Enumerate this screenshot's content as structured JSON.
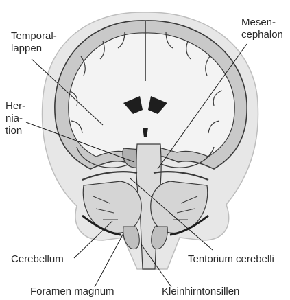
{
  "labels": {
    "temporallappen": [
      "Temporal-",
      "lappen"
    ],
    "mesencephalon": [
      "Mesen-",
      "cephalon"
    ],
    "herniation": [
      "Her-",
      "nia-",
      "tion"
    ],
    "cerebellum": "Cerebellum",
    "tentorium": "Tentorium cerebelli",
    "foramen": "Foramen magnum",
    "kleinhirntonsillen": "Kleinhirntonsillen"
  },
  "colors": {
    "cortex_fill": "#c9c9c9",
    "white_matter": "#f3f3f3",
    "outline": "#3a3a3a",
    "skull": "#e2e2e2",
    "leader": "#1e1e1e"
  }
}
